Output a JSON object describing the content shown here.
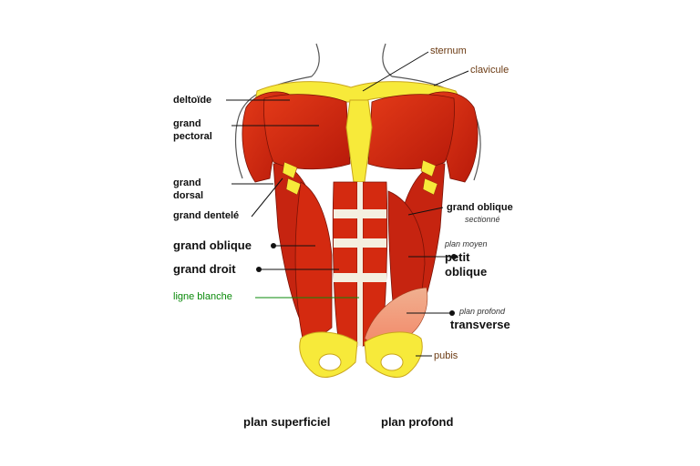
{
  "labels": {
    "sternum": "sternum",
    "clavicule": "clavicule",
    "deltoide": "deltoïde",
    "grand_pectoral_1": "grand",
    "grand_pectoral_2": "pectoral",
    "grand_dorsal_1": "grand",
    "grand_dorsal_2": "dorsal",
    "grand_dentele": "grand dentelé",
    "grand_oblique_left": "grand oblique",
    "grand_droit": "grand droit",
    "ligne_blanche": "ligne blanche",
    "grand_oblique_right": "grand oblique",
    "sectionne": "sectionné",
    "plan_moyen": "plan moyen",
    "petit_oblique_1": "petit",
    "petit_oblique_2": "oblique",
    "plan_profond_small": "plan profond",
    "transverse": "transverse",
    "pubis": "pubis"
  },
  "captions": {
    "left": "plan superficiel",
    "right": "plan profond"
  },
  "colors": {
    "muscle": "#d42a10",
    "muscle_dark": "#8e1608",
    "bone": "#f7ea3a",
    "bone_shadow": "#e0b820",
    "tendon": "#f4efe0",
    "skin_outline": "#444444",
    "green_label": "#0a8a0a"
  }
}
